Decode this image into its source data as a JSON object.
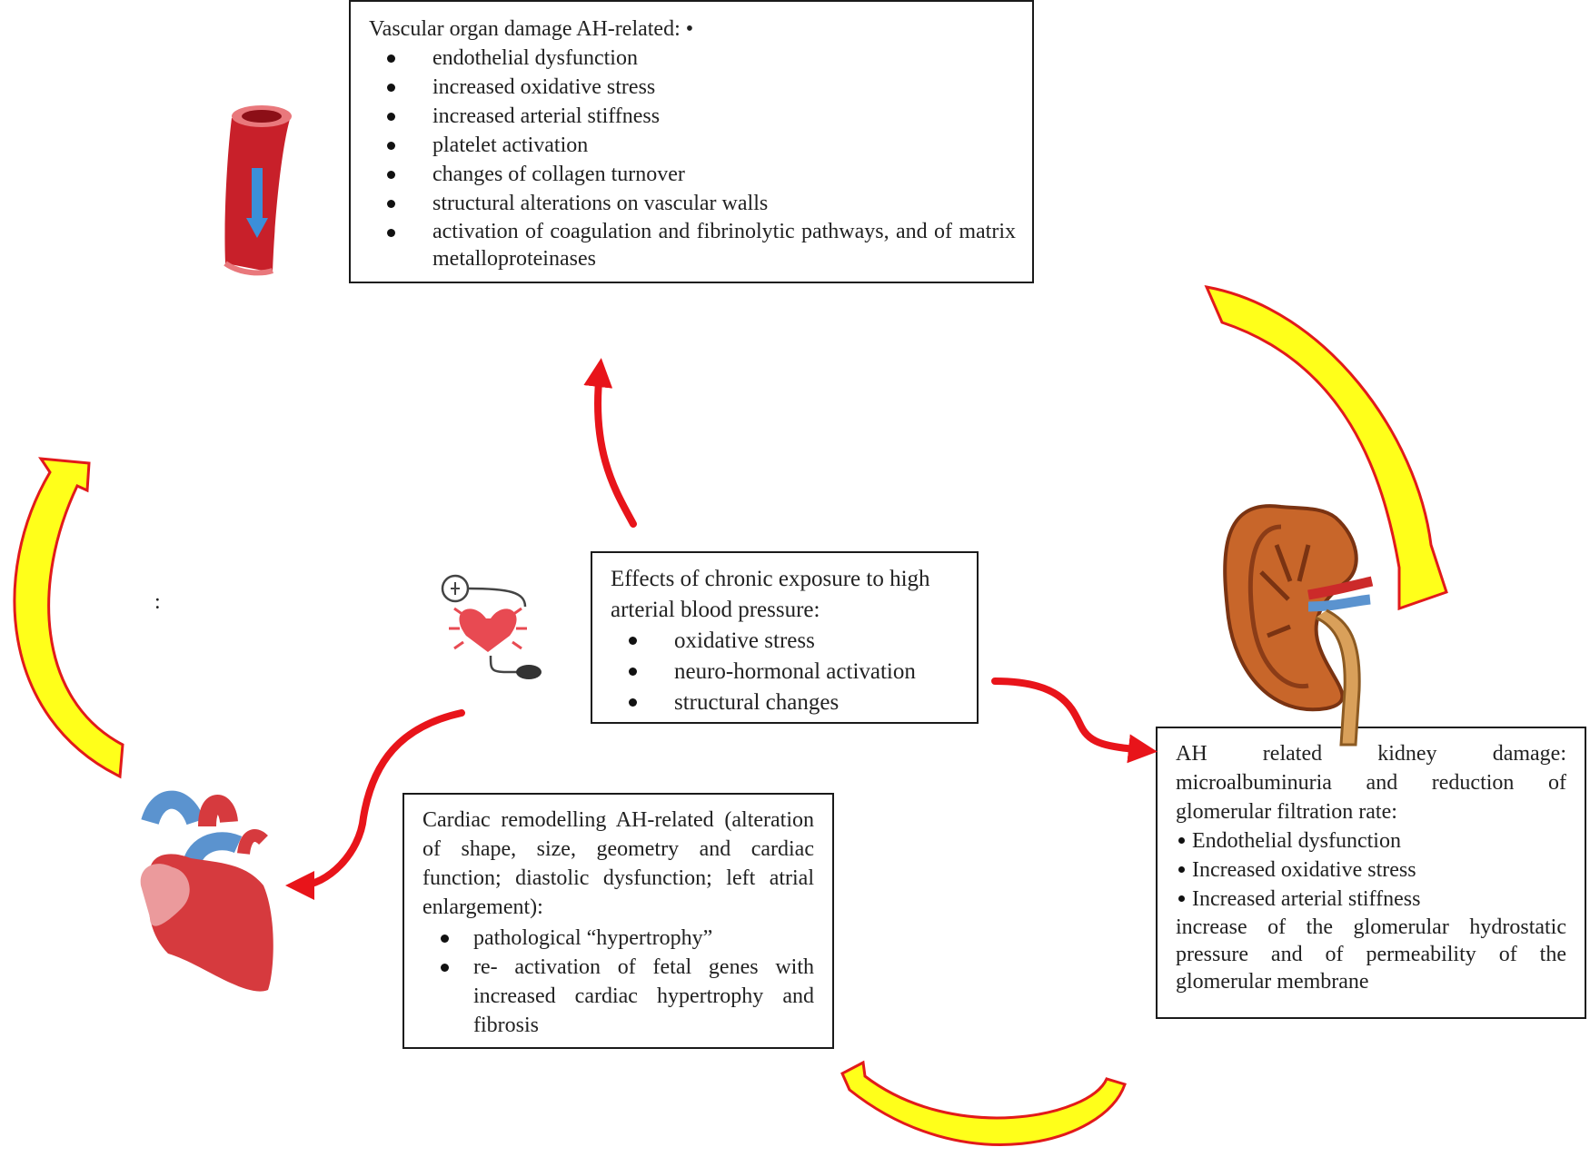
{
  "vascular_box": {
    "title": "Vascular organ damage AH-related: •",
    "items": [
      "endothelial dysfunction",
      "increased oxidative stress",
      "increased arterial stiffness",
      "platelet activation",
      "changes of collagen turnover",
      "structural alterations on vascular walls",
      "activation of coagulation and fibrinolytic pathways, and of matrix metalloproteinases"
    ]
  },
  "center_box": {
    "title": "Effects of chronic exposure to high arterial blood pressure:",
    "items": [
      "oxidative stress",
      "neuro-hormonal activation",
      "structural changes"
    ]
  },
  "kidney_box": {
    "title": "AH related kidney damage: microalbuminuria and reduction of glomerular filtration rate:",
    "items": [
      "Endothelial dysfunction",
      "Increased oxidative stress",
      "Increased arterial stiffness"
    ],
    "footer": "increase of the glomerular hydrostatic pressure and of permeability of the glomerular membrane"
  },
  "cardiac_box": {
    "title": "Cardiac remodelling AH-related (alteration of shape, size, geometry and cardiac function; diastolic dysfunction; left atrial enlargement):",
    "items": [
      "pathological “hypertrophy”",
      "re- activation of fetal genes with increased cardiac hypertrophy and fibrosis"
    ]
  },
  "stray_colon": ":",
  "colors": {
    "arrow_red": "#e8141a",
    "cycle_yellow": "#ffff1a",
    "cycle_outline": "#e21a1a",
    "artery_red": "#c8202a",
    "flow_blue": "#3b8fd9",
    "heart_red": "#d63a3e",
    "heart_pink": "#eb9a9c",
    "vessel_blue": "#5b93cf",
    "kidney_orange": "#c8662a"
  },
  "icons": [
    "artery-icon",
    "heart-icon",
    "kidney-icon",
    "blood-pressure-icon"
  ]
}
